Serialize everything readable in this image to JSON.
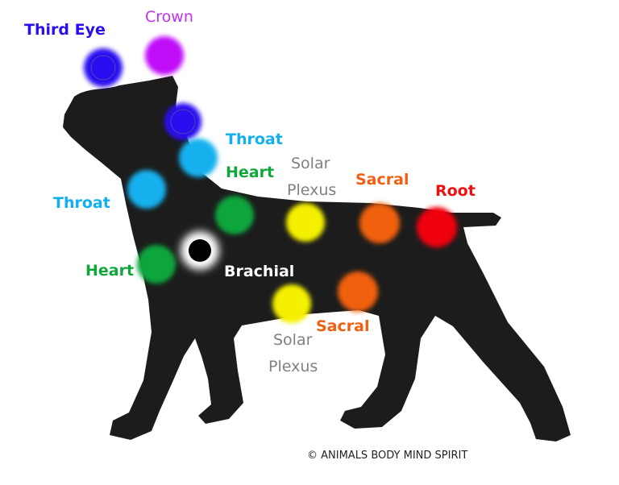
{
  "chakras": [
    {
      "name": "Third Eye",
      "color": "#2a10f0"
    },
    {
      "name": "Crown",
      "color": "#c030f5"
    },
    {
      "name": "Throat",
      "color": "#12b0ee"
    },
    {
      "name": "Heart",
      "color": "#10a63c"
    },
    {
      "name": "Solar",
      "name2": "Plexus",
      "color": "#808080"
    },
    {
      "name": "Sacral",
      "color": "#f06010"
    },
    {
      "name": "Root",
      "color": "#ee1010"
    },
    {
      "name": "Throat",
      "color": "#12b0ee"
    },
    {
      "name": "Heart",
      "color": "#10a63c"
    },
    {
      "name": "Brachial",
      "color": "#ffffff"
    },
    {
      "name": "Solar",
      "name2": "Plexus",
      "color": "#808080"
    },
    {
      "name": "Sacral",
      "color": "#f06010"
    }
  ],
  "copyright": "© ANIMALS BODY MIND SPIRIT"
}
